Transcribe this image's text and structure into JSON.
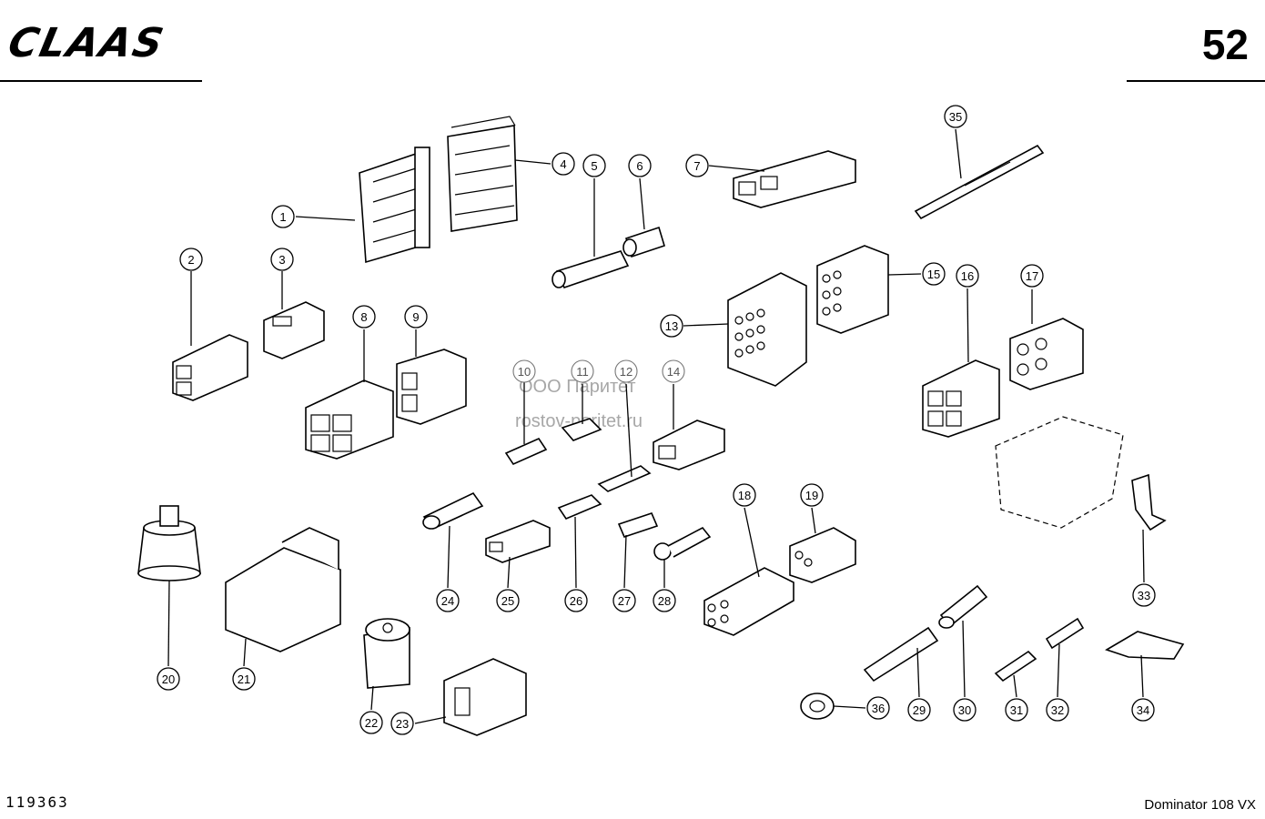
{
  "header": {
    "brand": "CLAAS",
    "page_number": "52"
  },
  "footer": {
    "document_number": "119363",
    "model": "Dominator 108 VX"
  },
  "watermark": {
    "line1": "ООО Паритет",
    "line2": "rostov-paritet.ru"
  },
  "callouts": [
    "1",
    "2",
    "3",
    "4",
    "5",
    "6",
    "7",
    "8",
    "9",
    "10",
    "11",
    "12",
    "13",
    "14",
    "15",
    "16",
    "17",
    "18",
    "19",
    "20",
    "21",
    "22",
    "23",
    "24",
    "25",
    "26",
    "27",
    "28",
    "29",
    "30",
    "31",
    "32",
    "33",
    "34",
    "35",
    "36"
  ]
}
